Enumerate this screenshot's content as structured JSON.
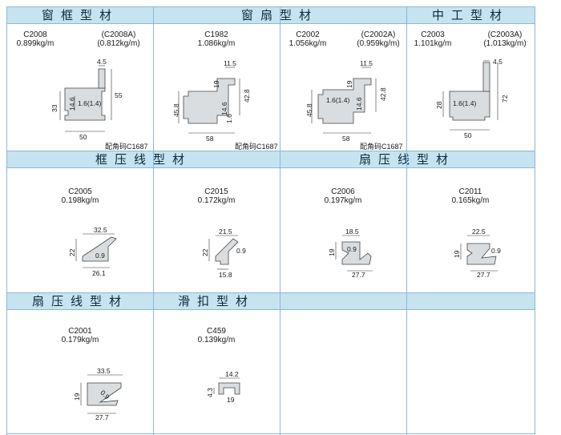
{
  "headers": {
    "row1": [
      "窗框型材",
      "窗扇型材",
      "中工型材"
    ],
    "row2": [
      "框压线型材",
      "扇压线型材"
    ],
    "row3": [
      "扇压线型材",
      "滑扣型材"
    ]
  },
  "row1_items": [
    {
      "code": "C2008",
      "weight": "0.899kg/m",
      "alt_code": "(C2008A)",
      "alt_weight": "(0.812kg/m)",
      "dims": [
        "4.5",
        "55",
        "33",
        "14.6",
        "1.6(1.4)",
        "50"
      ],
      "corner": "配角码C1687"
    },
    {
      "code": "C1982",
      "weight": "1.086kg/m",
      "dims": [
        "11.5",
        "19",
        "42.8",
        "45.8",
        "14.6",
        "1.6",
        "58"
      ],
      "corner": "配角码C1687"
    },
    {
      "code": "C2002",
      "weight": "1.056kg/m",
      "alt_code": "(C2002A)",
      "alt_weight": "(0.959kg/m)",
      "dims": [
        "11.5",
        "19",
        "42.8",
        "45.8",
        "1.6(1.4)",
        "14.6",
        "58"
      ],
      "corner": "配角码C1687"
    },
    {
      "code": "C2003",
      "weight": "1.101kg/m",
      "alt_code": "(C2003A)",
      "alt_weight": "(1.013kg/m)",
      "dims": [
        "4.5",
        "28",
        "1.6(1.4)",
        "72",
        "50"
      ]
    }
  ],
  "row2_items": [
    {
      "code": "C2005",
      "weight": "0.198kg/m",
      "dims": [
        "32.5",
        "22",
        "0.9",
        "26.1"
      ]
    },
    {
      "code": "C2015",
      "weight": "0.172kg/m",
      "dims": [
        "21.5",
        "22",
        "0.9",
        "15.8"
      ]
    },
    {
      "code": "C2006",
      "weight": "0.197kg/m",
      "dims": [
        "18.5",
        "19",
        "0.9",
        "27.7"
      ]
    },
    {
      "code": "C2011",
      "weight": "0.165kg/m",
      "dims": [
        "22.5",
        "19",
        "0.9",
        "27.7"
      ]
    }
  ],
  "row3_items": [
    {
      "code": "C2001",
      "weight": "0.179kg/m",
      "dims": [
        "33.5",
        "19",
        "0.9",
        "27.7"
      ]
    },
    {
      "code": "C459",
      "weight": "0.139kg/m",
      "dims": [
        "14.2",
        "4.3",
        "19"
      ]
    }
  ]
}
